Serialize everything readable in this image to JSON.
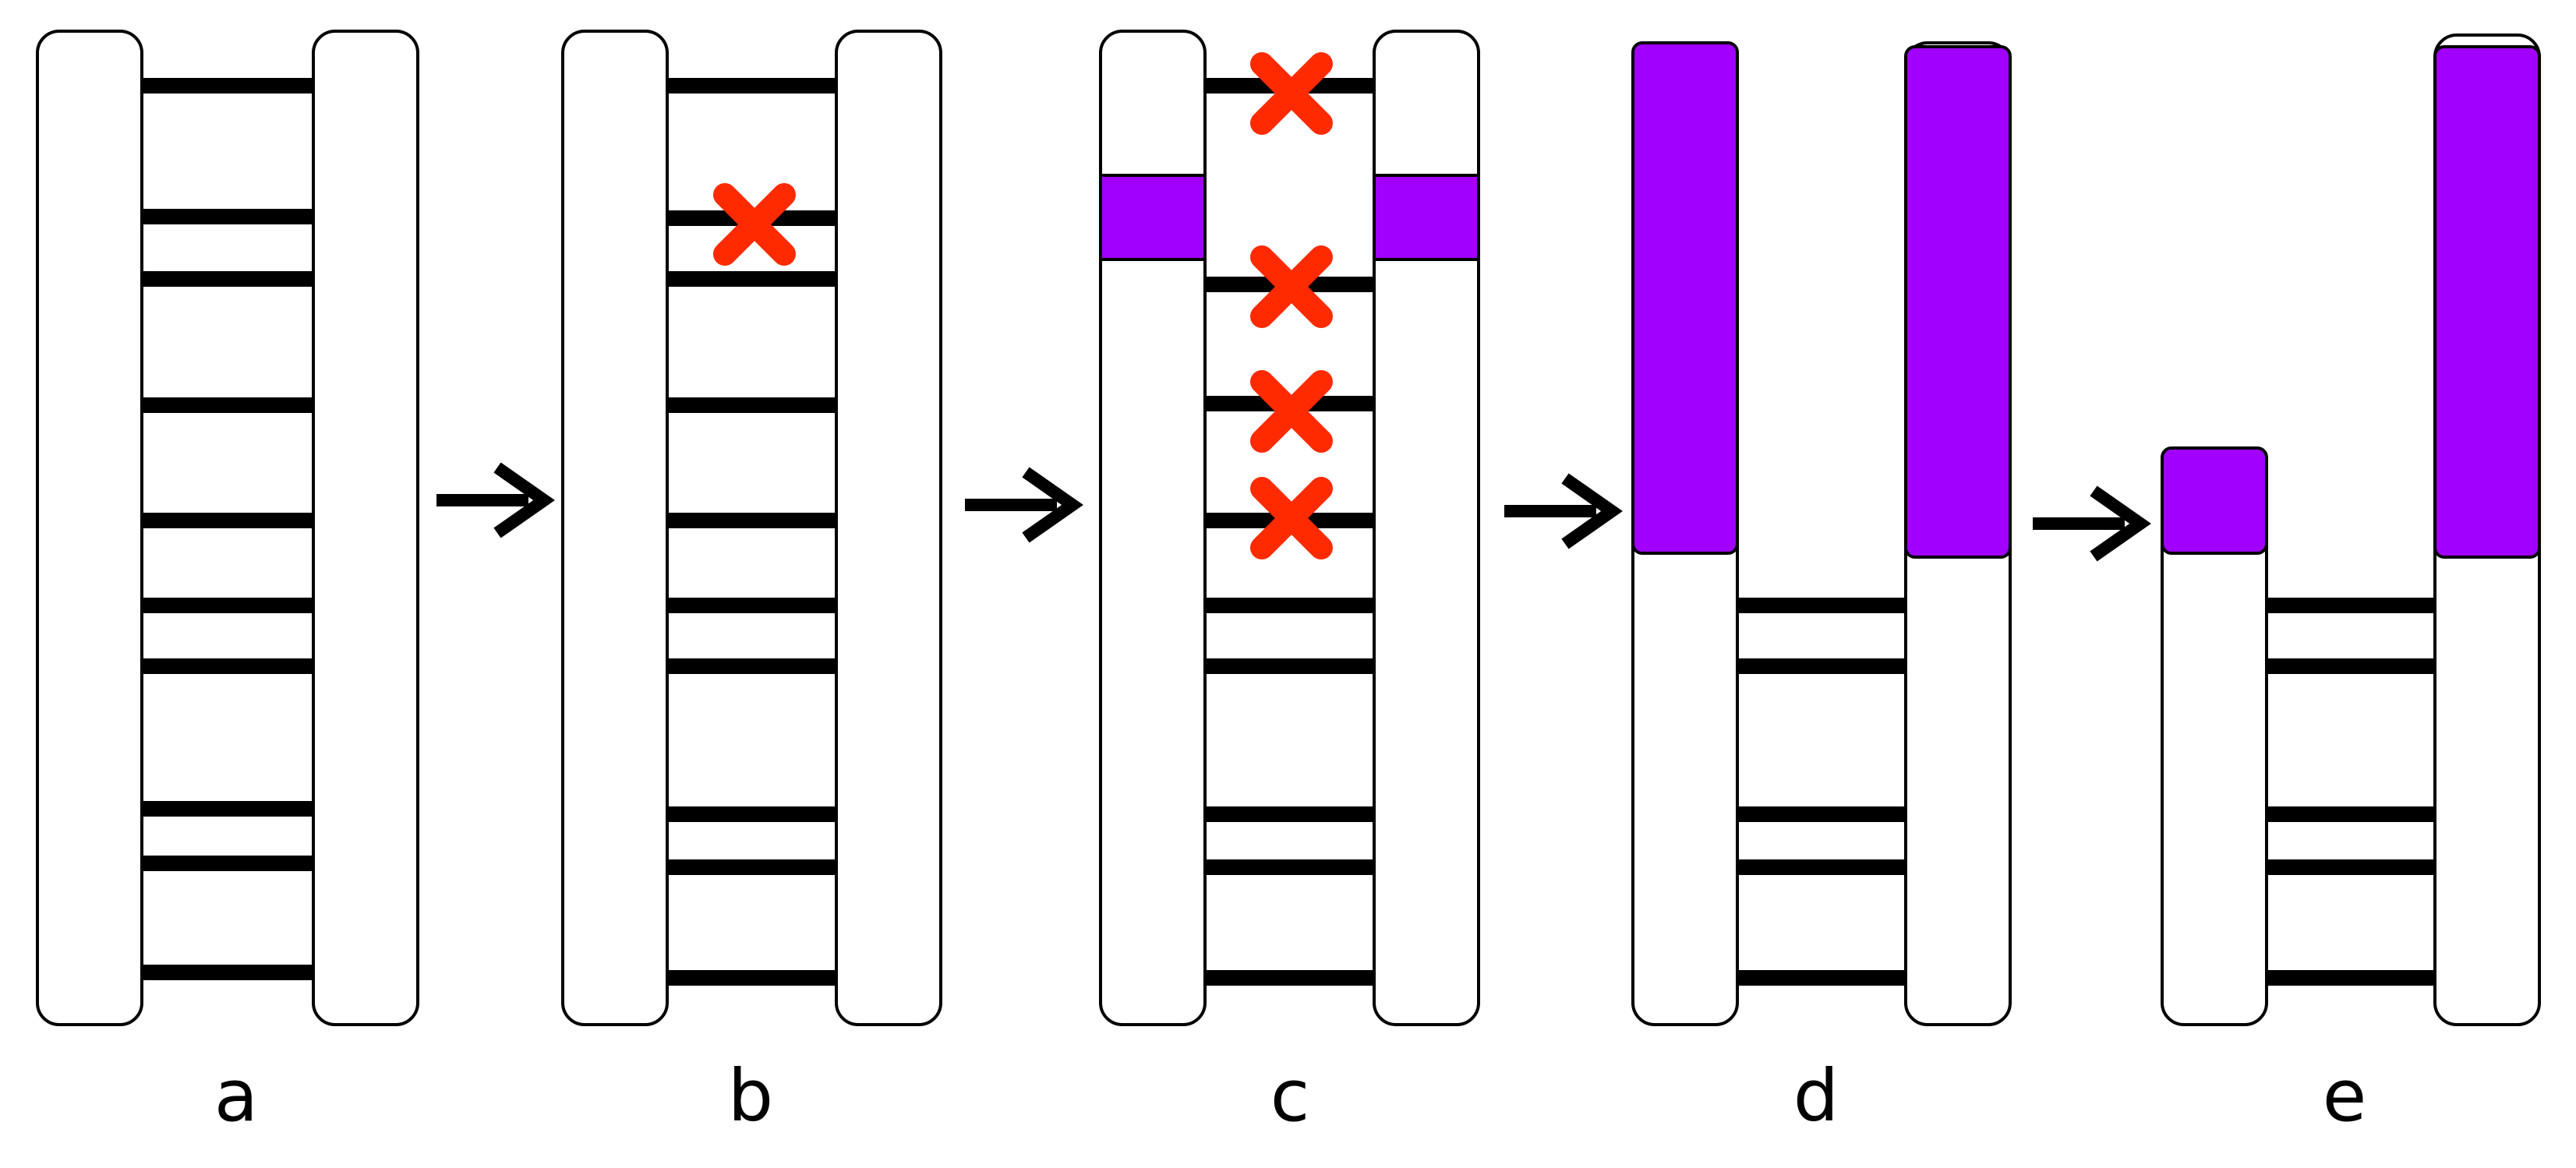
{
  "figure": {
    "colors": {
      "background": "#ffffff",
      "strand_fill": "#ffffff",
      "outline": "#000000",
      "rung": "#000000",
      "cross": "#ff2a00",
      "highlight": "#a100ff",
      "arrow": "#000000"
    },
    "icons": {
      "cross": "x-mark-icon",
      "arrow": "right-arrow-icon"
    },
    "panels": [
      {
        "label": "a",
        "rungs": 10,
        "crossed_rungs": 0,
        "highlighted_strand_segments": 0
      },
      {
        "label": "b",
        "rungs": 10,
        "crossed_rungs": 1,
        "highlighted_strand_segments": 0
      },
      {
        "label": "c",
        "rungs": 9,
        "crossed_rungs": 4,
        "highlighted_strand_segments": 2
      },
      {
        "label": "d",
        "rungs": 5,
        "crossed_rungs": 0,
        "highlighted_strand_segments": 2
      },
      {
        "label": "e",
        "rungs": 5,
        "crossed_rungs": 0,
        "highlighted_strand_segments": 2
      }
    ],
    "arrows": 4
  }
}
